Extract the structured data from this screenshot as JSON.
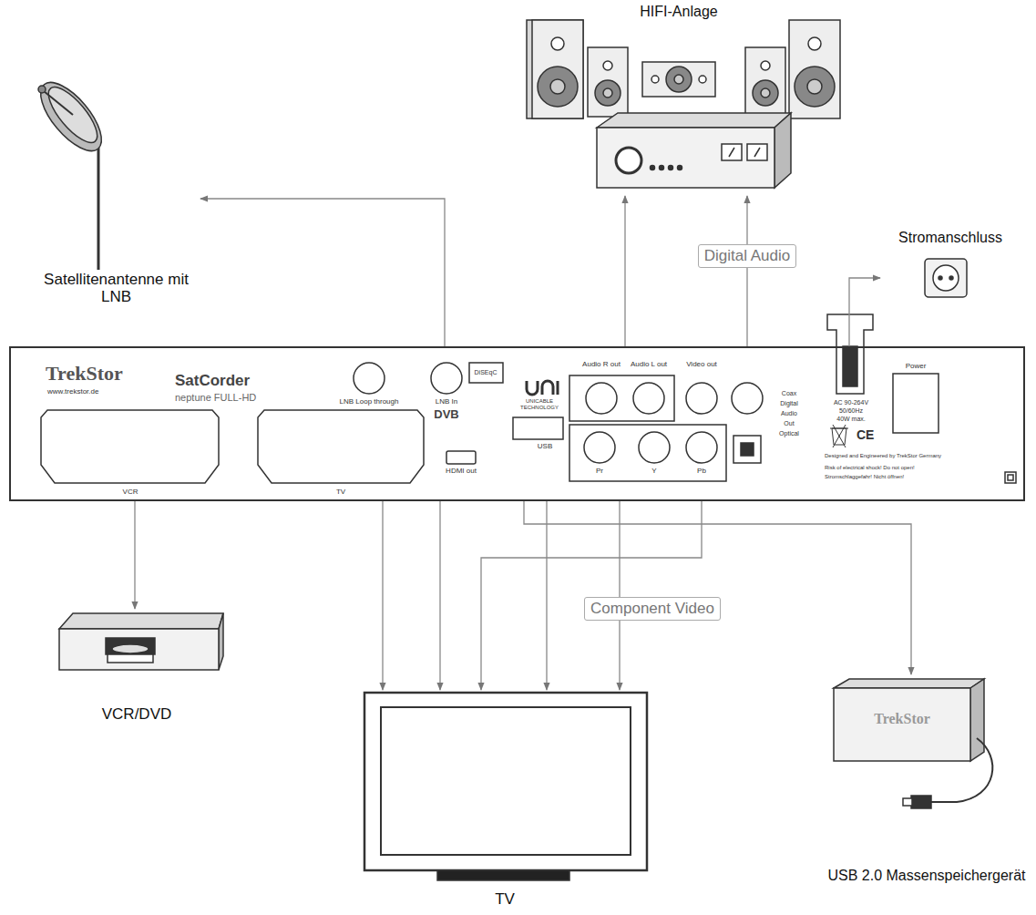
{
  "diagram": {
    "nodes": [
      {
        "text": [
          "HIFI-Anlage"
        ]
      },
      {
        "text": [
          "Satellitenantenne mit LNB"
        ]
      },
      {
        "text": [
          "Stromanschluss"
        ]
      },
      {
        "text": [
          "SatCorder",
          "neptune FULL-HD"
        ]
      },
      {
        "text": [
          "VCR/DVD"
        ]
      },
      {
        "text": [
          "TV"
        ]
      },
      {
        "text": [
          "USB 2.0 Massenspeichergerät"
        ]
      }
    ],
    "edges": [
      {
        "from": 3,
        "to": 1,
        "arrow": "to"
      },
      {
        "from": 3,
        "to": 0,
        "arrow": "to"
      },
      {
        "from": 3,
        "to": 0,
        "label": "Digital Audio",
        "arrow": "to"
      },
      {
        "from": 3,
        "to": 2,
        "arrow": "to"
      },
      {
        "from": 3,
        "to": 4,
        "arrow": "to"
      },
      {
        "from": 3,
        "to": 5,
        "arrow": "to"
      },
      {
        "from": 3,
        "to": 5,
        "arrow": "to"
      },
      {
        "from": 3,
        "to": 5,
        "arrow": "to"
      },
      {
        "from": 3,
        "to": 5,
        "label": "Component Video",
        "arrow": "to"
      },
      {
        "from": 3,
        "to": 5,
        "arrow": "to"
      },
      {
        "from": 3,
        "to": 6,
        "arrow": "to"
      }
    ],
    "labels": [
      "TrekStor",
      "www.trekstor.de",
      "LNB Loop through",
      "LNB In",
      "DVB",
      "DiSEqC",
      "UNICABLE TECHNOLOGY",
      "USB",
      "HDMI out",
      "VCR",
      "TV",
      "Audio R out",
      "Audio L out",
      "Video out",
      "Pr",
      "Y",
      "Pb",
      "Coax",
      "Digital",
      "Audio",
      "Out",
      "Optical",
      "Power",
      "AC 90-264V",
      "50/60Hz",
      "40W max.",
      "CE",
      "Designed and Engineered by TrekStor Germany",
      "Risk of electrical shock! Do not open!",
      "Stromschlaggefahr! Nicht öffnen!",
      "TrekStor"
    ]
  }
}
